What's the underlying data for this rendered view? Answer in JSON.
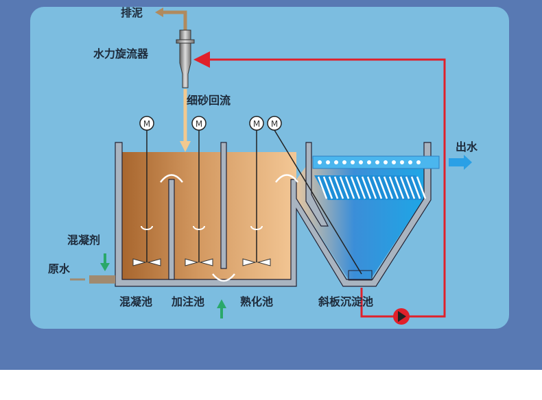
{
  "labels": {
    "sludge_discharge": "排泥",
    "hydrocyclone": "水力旋流器",
    "sand_return": "细砂回流",
    "outlet_water": "出水",
    "coagulant": "混凝剂",
    "raw_water": "原水",
    "coagulation_tank": "混凝池",
    "dosing_tank": "加注池",
    "maturation_tank": "熟化池",
    "settling_tank": "斜板沉淀池"
  },
  "motor_symbol": "M",
  "colors": {
    "background": "#5879b3",
    "panel": "#7cbde0",
    "recycle_line": "#e0202a",
    "arrow_green": "#2aa86a",
    "outlet_arrow": "#2aa0e6"
  }
}
